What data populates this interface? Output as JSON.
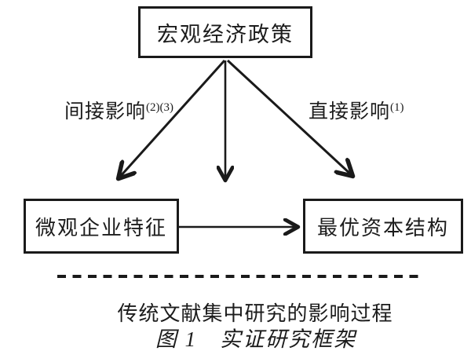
{
  "diagram": {
    "nodes": {
      "macro_policy": {
        "label": "宏观经济政策"
      },
      "micro_firm": {
        "label": "微观企业特征"
      },
      "optimal_capital": {
        "label": "最优资本结构"
      }
    },
    "edges": {
      "indirect": {
        "label": "间接影响",
        "superscript": "(2)(3)"
      },
      "direct": {
        "label": "直接影响",
        "superscript": "(1)"
      }
    },
    "captions": {
      "process_note": "传统文献集中研究的影响过程",
      "figure_title": "图 1　实证研究框架"
    },
    "colors": {
      "stroke": "#1a1a1a",
      "background": "#ffffff",
      "text": "#1c1c1c"
    }
  }
}
